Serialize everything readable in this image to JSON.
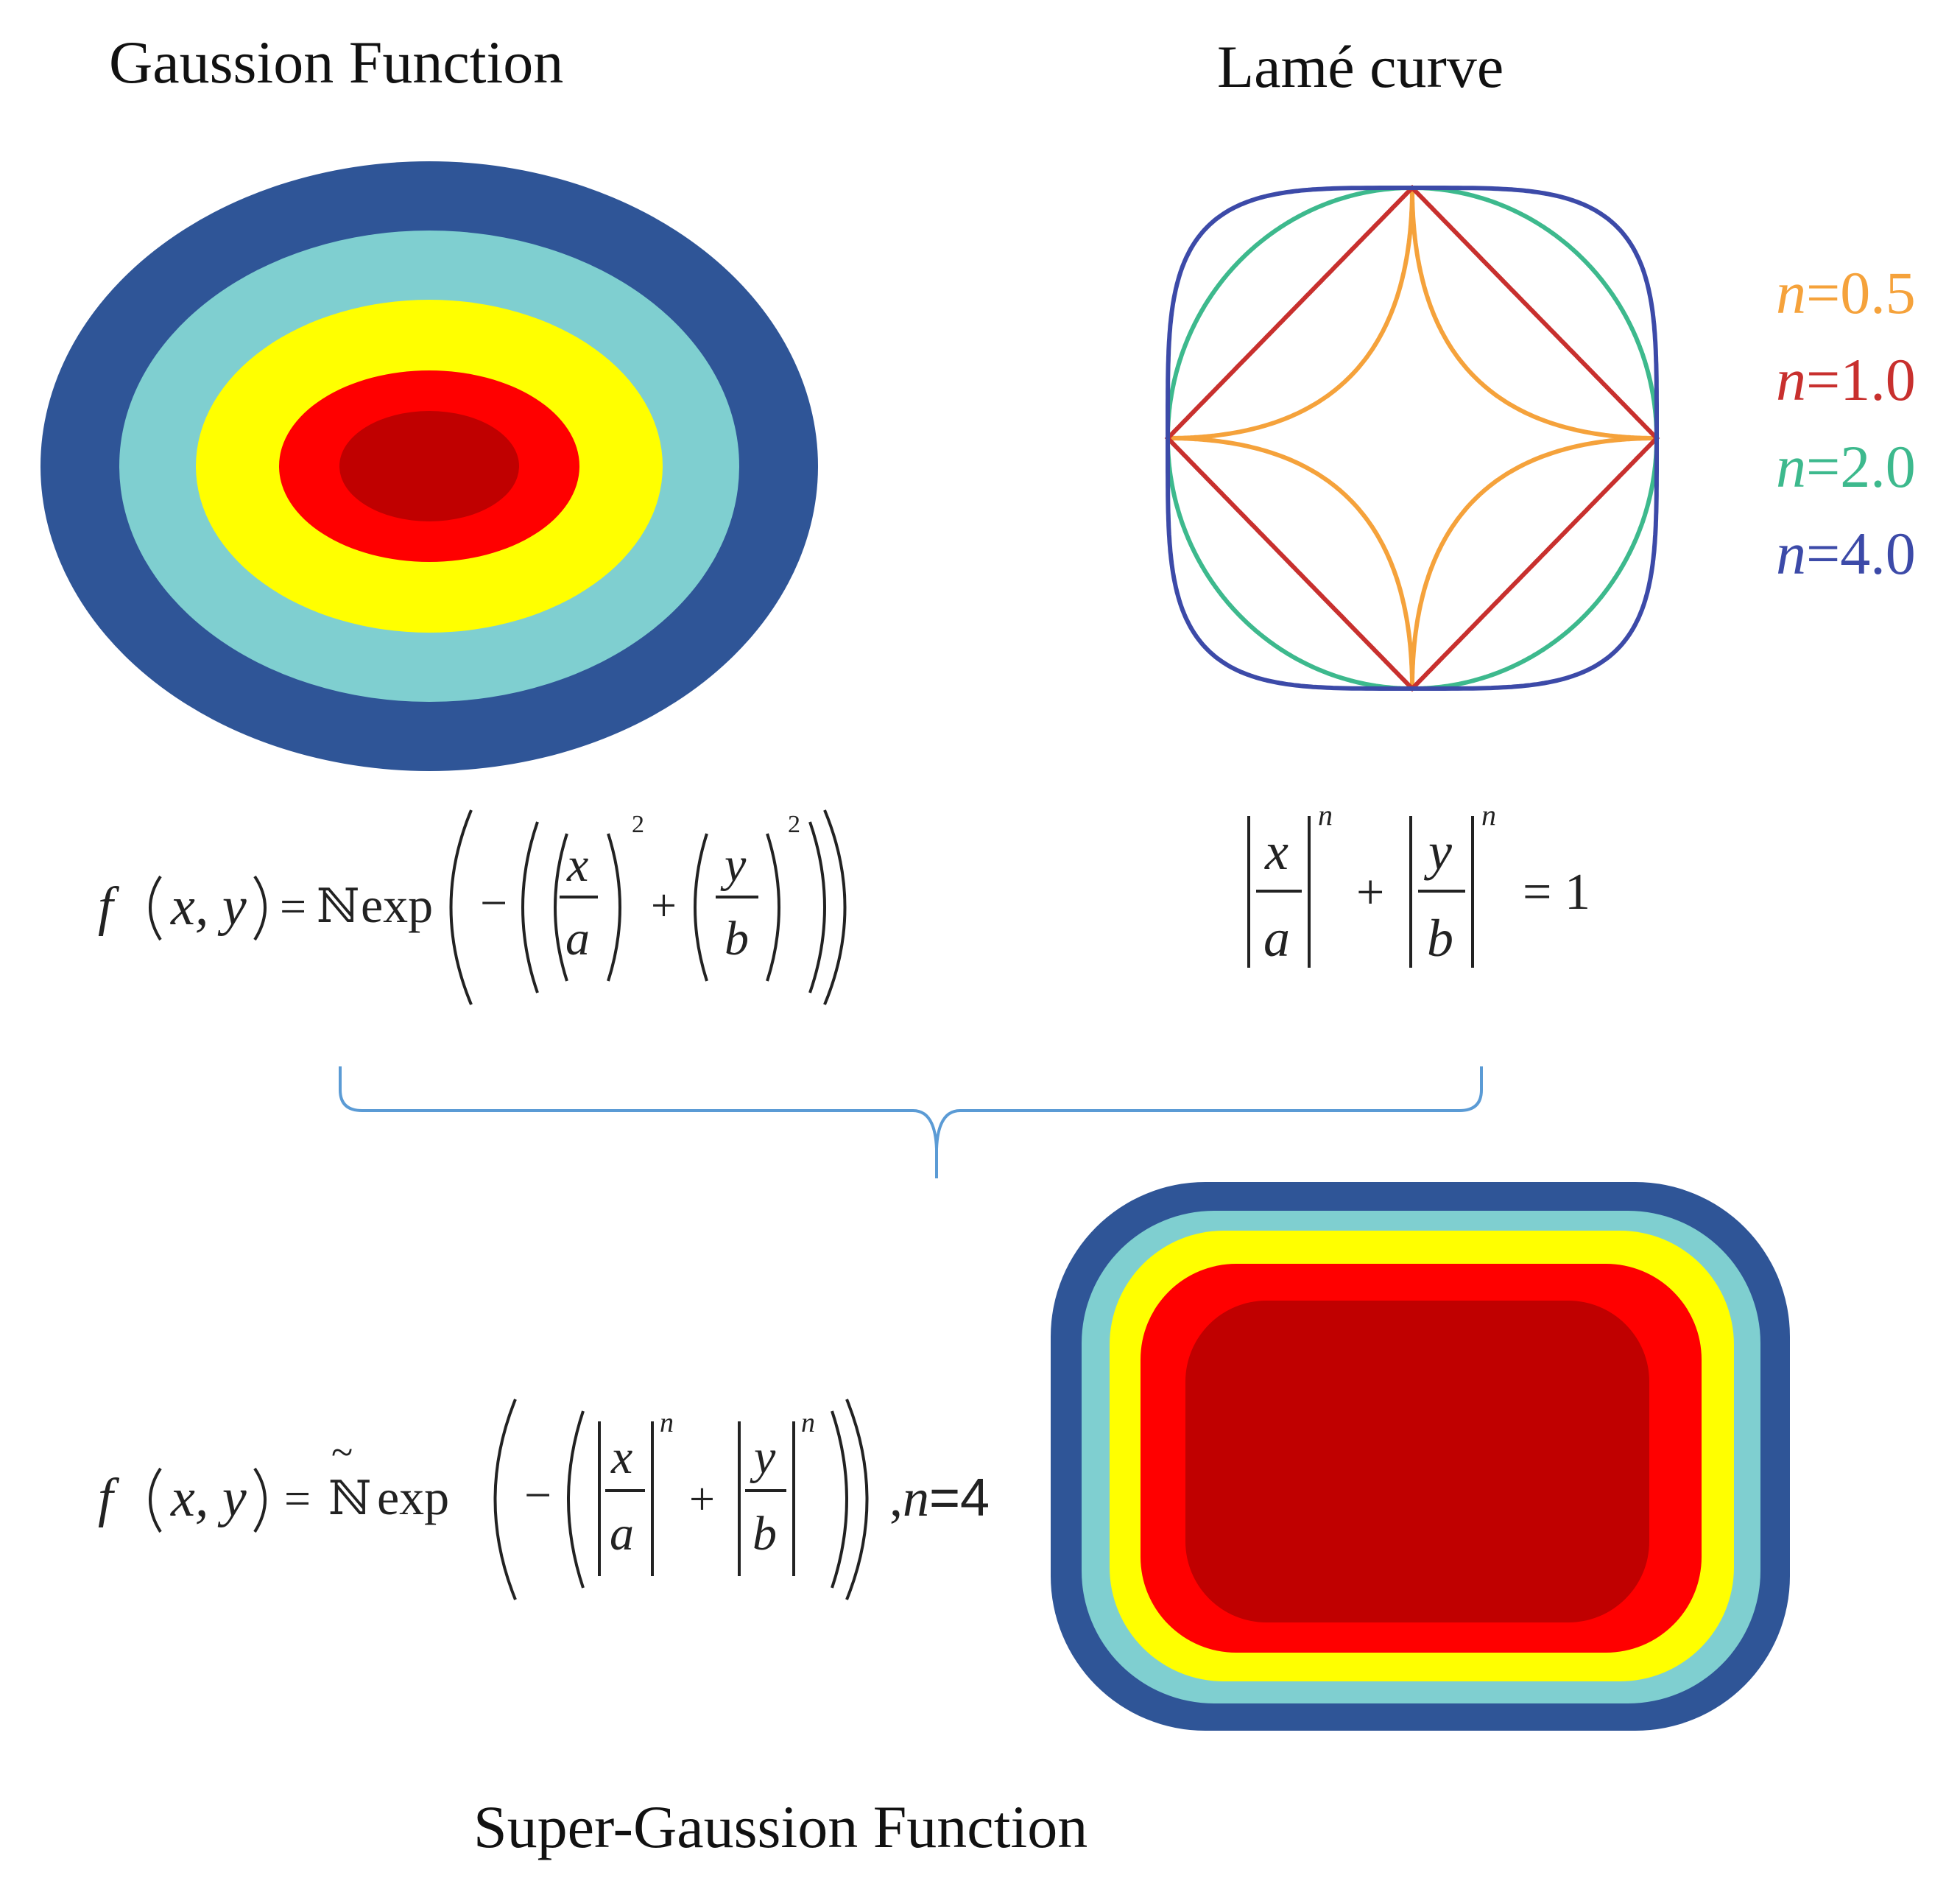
{
  "titles": {
    "gaussian": "Gaussion Function",
    "lame": "Lamé curve",
    "super": "Super-Gaussion Function"
  },
  "legend": [
    {
      "var": "n",
      "value": "=0.5",
      "exponent": 0.5,
      "color": "#F5A23B"
    },
    {
      "var": "n",
      "value": "=1.0",
      "exponent": 1.0,
      "color": "#C8302E"
    },
    {
      "var": "n",
      "value": "=2.0",
      "exponent": 2.0,
      "color": "#3DB98D"
    },
    {
      "var": "n",
      "value": "=4.0",
      "exponent": 4.0,
      "color": "#3C4AA8"
    }
  ],
  "contour_colors": [
    "#2F5597",
    "#7FCFD0",
    "#FFFF00",
    "#FF0000",
    "#C00000"
  ],
  "brace_color": "#5B9BD5",
  "equations": {
    "f": "f",
    "xy": "x, y",
    "equals": "=",
    "N": "ℕ",
    "tilde": "~",
    "exp": "exp",
    "minus": "−",
    "plus": "+",
    "x": "x",
    "y": "y",
    "a": "a",
    "b": "b",
    "two": "2",
    "n": "n",
    "one": "= 1",
    "super_suffix_comma": ",",
    "super_suffix_n": "n",
    "super_suffix_value": "=4"
  }
}
